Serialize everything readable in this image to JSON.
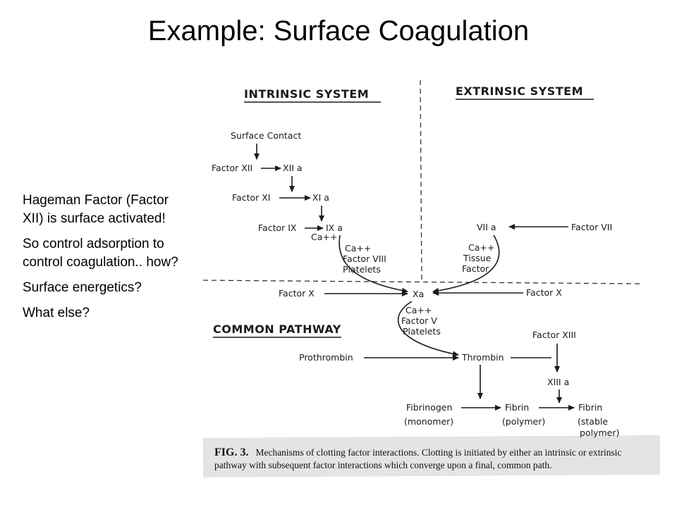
{
  "title": "Example: Surface Coagulation",
  "bullets": [
    "Hageman Factor (Factor XII) is surface activated!",
    "So control adsorption to control coagulation.. how?",
    "Surface energetics?",
    "What else?"
  ],
  "diagram": {
    "intrinsic_header": "INTRINSIC SYSTEM",
    "extrinsic_header": "EXTRINSIC SYSTEM",
    "common_header": "COMMON PATHWAY",
    "surface_contact": "Surface Contact",
    "factor_xii": "Factor XII",
    "xii_a": "XII a",
    "factor_xi": "Factor XI",
    "xi_a": "XI a",
    "factor_ix": "Factor IX",
    "ca_1": "Ca++",
    "ix_a": "IX a",
    "ca_2": "Ca++",
    "factor_viii": "Factor VIII",
    "platelets_1": "Platelets",
    "vii_a": "VII a",
    "factor_vii": "Factor VII",
    "ca_3": "Ca++",
    "tissue": "Tissue",
    "tissue_factor": "Factor",
    "factor_x_left": "Factor X",
    "xa": "Xa",
    "factor_x_right": "Factor X",
    "ca_4": "Ca++",
    "factor_v": "Factor V",
    "platelets_2": "Platelets",
    "factor_xiii": "Factor XIII",
    "prothrombin": "Prothrombin",
    "thrombin": "Thrombin",
    "xiii_a": "XIII a",
    "fibrinogen": "Fibrinogen",
    "fibrinogen_sub": "(monomer)",
    "fibrin_1": "Fibrin",
    "fibrin_1_sub": "(polymer)",
    "fibrin_2": "Fibrin",
    "fibrin_2_sub_1": "(stable",
    "fibrin_2_sub_2": "polymer)"
  },
  "caption": {
    "label": "FIG. 3.",
    "text": "Mechanisms of clotting factor interactions. Clotting is initiated by either an intrinsic or extrinsic pathway with subsequent factor interactions which converge upon a final, common path."
  }
}
